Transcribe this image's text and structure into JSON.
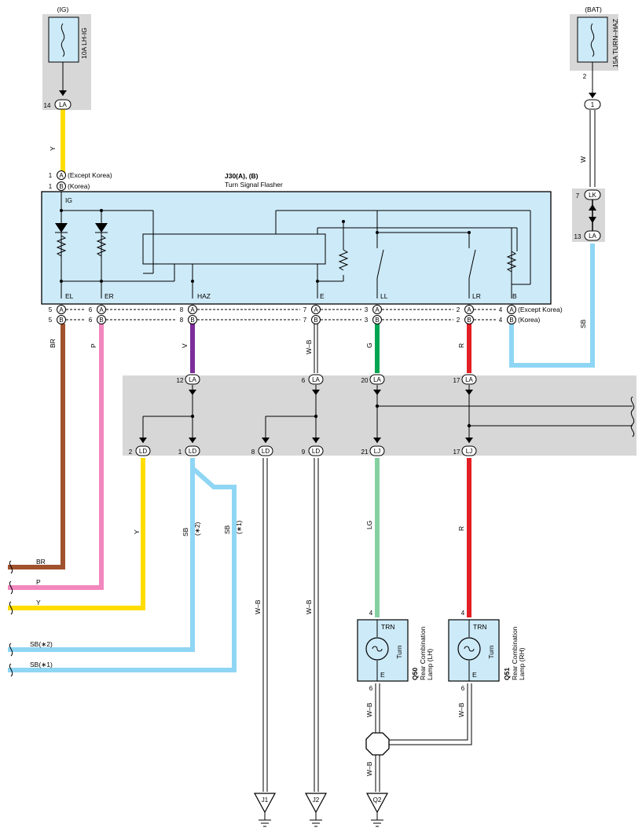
{
  "fuses": {
    "ig": {
      "header": "(IG)",
      "label": "10A LH-IG",
      "pin": "14",
      "connector": "LA"
    },
    "bat": {
      "header": "(BAT)",
      "label": "15A TURN–HAZ",
      "pin_top": "2",
      "pin": "1"
    }
  },
  "flasher": {
    "code": "J30(A), (B)",
    "name": "Turn Signal Flasher",
    "top_pin_a": "1",
    "top_pin_b": "1",
    "top_a": "A",
    "top_b": "B",
    "except_korea": "(Except Korea)",
    "korea": "(Korea)",
    "terminals": {
      "ig": "IG",
      "el": "EL",
      "er": "ER",
      "haz": "HAZ",
      "e": "E",
      "ll": "LL",
      "lr": "LR",
      "b": "B"
    },
    "pins_a": [
      "5",
      "6",
      "8",
      "7",
      "3",
      "2",
      "4"
    ],
    "pins_b": [
      "5",
      "6",
      "8",
      "7",
      "3",
      "2",
      "4"
    ]
  },
  "junction_lk_la": {
    "pin_lk": "7",
    "lk": "LK",
    "pin_la": "13",
    "la": "LA"
  },
  "junction_block": {
    "top": [
      {
        "pin": "12",
        "c": "LA"
      },
      {
        "pin": "6",
        "c": "LA"
      },
      {
        "pin": "20",
        "c": "LA"
      },
      {
        "pin": "17",
        "c": "LA"
      }
    ],
    "bottom": [
      {
        "pin": "2",
        "c": "LD"
      },
      {
        "pin": "1",
        "c": "LD"
      },
      {
        "pin": "8",
        "c": "LD"
      },
      {
        "pin": "9",
        "c": "LD"
      },
      {
        "pin": "21",
        "c": "LJ"
      },
      {
        "pin": "17",
        "c": "LJ"
      }
    ]
  },
  "wires": {
    "y_top": "Y",
    "w_bat": "W",
    "sb_bat": "SB",
    "br": "BR",
    "p": "P",
    "v": "V",
    "wb": "W–B",
    "g": "G",
    "r": "R",
    "y_low": "Y",
    "sb2": "SB",
    "sb2_note": "(∗2)",
    "sb1": "SB",
    "sb1_note": "(∗1)",
    "lg": "LG",
    "r_low": "R",
    "wb_j1": "W–B",
    "wb_j2": "W–B",
    "wb_q50": "W–B",
    "wb_q51": "W–B",
    "wb_q2": "W–B"
  },
  "left_exits": {
    "br": "BR",
    "p": "P",
    "y": "Y",
    "sb2": "SB(∗2)",
    "sb1": "SB(∗1)"
  },
  "lamps": {
    "q50": {
      "code": "Q50",
      "name1": "Rear Combination",
      "name2": "Lamp (LH)",
      "trn": "TRN",
      "turn": "Turn",
      "e": "E",
      "pin_top": "4",
      "pin_bottom": "6"
    },
    "q51": {
      "code": "Q51",
      "name1": "Rear Combination",
      "name2": "Lamp (RH)",
      "trn": "TRN",
      "turn": "Turn",
      "e": "E",
      "pin_top": "4",
      "pin_bottom": "6"
    }
  },
  "grounds": {
    "j1": "J1",
    "j2": "J2",
    "q2": "Q2"
  },
  "colors": {
    "Y": "#ffdd00",
    "BR": "#a0522d",
    "P": "#f287be",
    "V": "#7d2d9a",
    "G": "#00a651",
    "R": "#e41e25",
    "SB": "#8fd6f4",
    "LG": "#86cfa1",
    "W": "#ffffff",
    "box_fill": "#cdeaf8",
    "gray": "#d7d7d8"
  }
}
